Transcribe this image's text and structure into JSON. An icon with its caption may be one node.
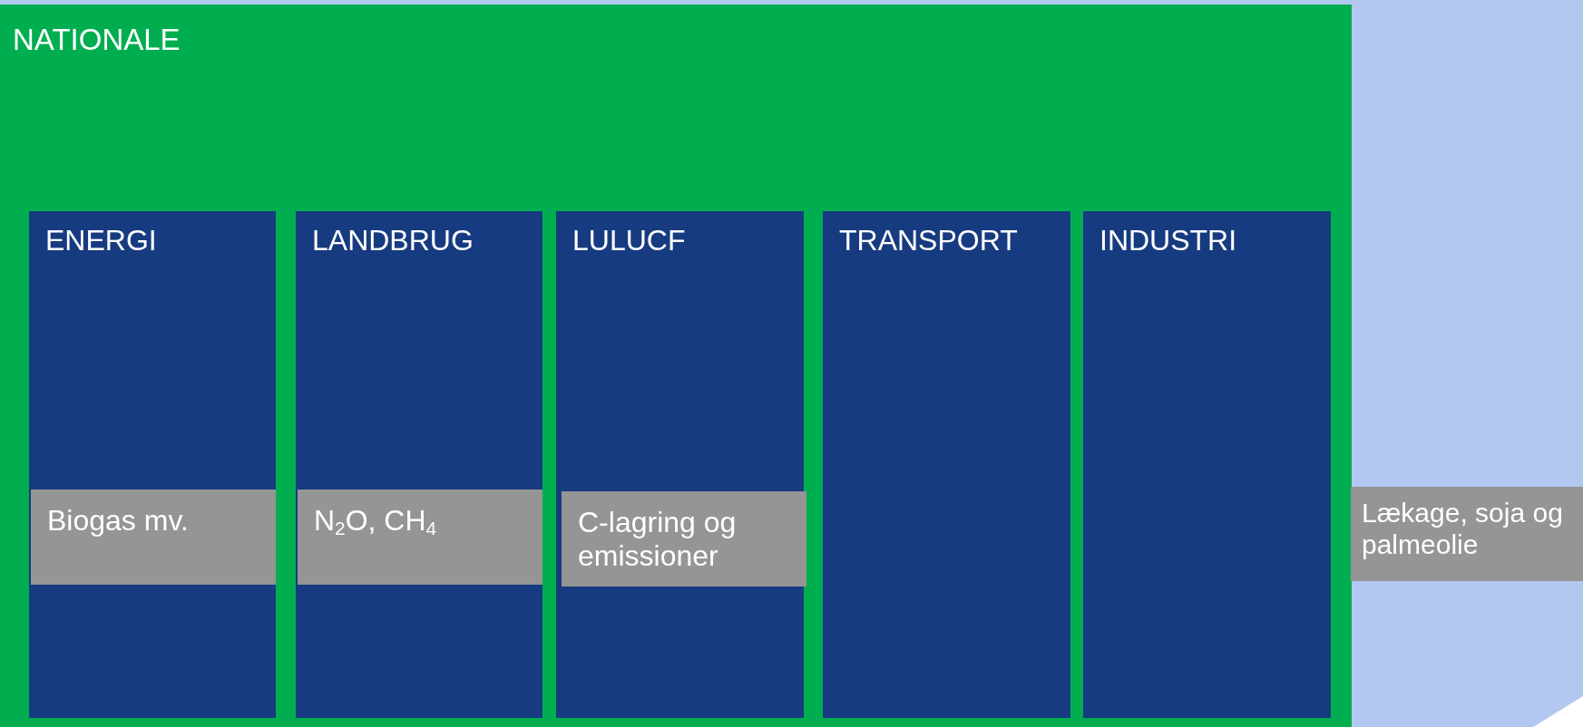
{
  "diagram": {
    "nodes": [
      {
        "text": [
          "NATIONALE"
        ]
      },
      {
        "text": [
          "ENERGI"
        ],
        "in": 0
      },
      {
        "text": [
          "LANDBRUG"
        ],
        "in": 0
      },
      {
        "text": [
          "LULUCF"
        ],
        "in": 0
      },
      {
        "text": [
          "TRANSPORT"
        ],
        "in": 0
      },
      {
        "text": [
          "INDUSTRI"
        ],
        "in": 0
      },
      {
        "text": [
          "Biogas mv."
        ],
        "in": 1
      },
      {
        "text": [
          "N$_{2}$O, CH$_{4}$"
        ],
        "in": 2
      },
      {
        "text": [
          "C-lagring og emissioner"
        ],
        "in": 3
      },
      {
        "text": [
          "Lækage, soja og palmeolie"
        ]
      }
    ]
  }
}
